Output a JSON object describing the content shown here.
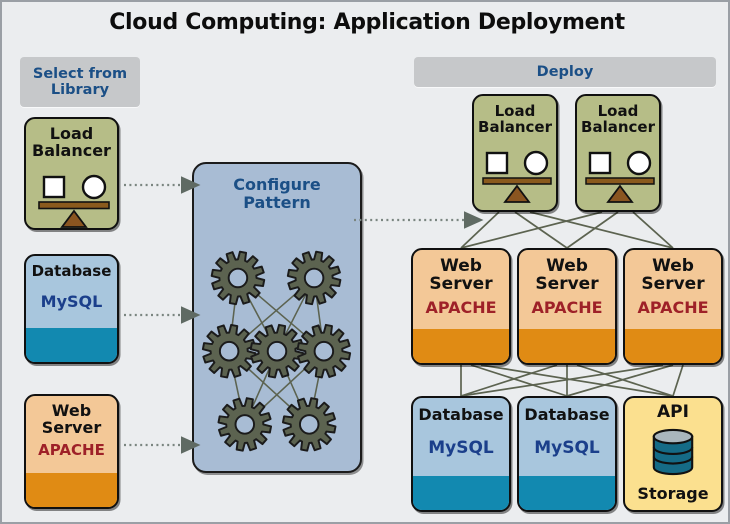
{
  "title": "Cloud Computing: Application Deployment",
  "sections": {
    "library_header": "Select from Library",
    "library_header_line1": "Select from",
    "library_header_line2": "Library",
    "deploy_header": "Deploy",
    "configure_line1": "Configure",
    "configure_line2": "Pattern"
  },
  "library_nodes": [
    {
      "id": "lb-lib",
      "type": "load-balancer",
      "line1": "Load",
      "line2": "Balancer",
      "tech": ""
    },
    {
      "id": "db-lib",
      "type": "database",
      "line1": "Database",
      "line2": "",
      "tech": "MySQL"
    },
    {
      "id": "ws-lib",
      "type": "web-server",
      "line1": "Web",
      "line2": "Server",
      "tech": "APACHE"
    }
  ],
  "deploy_nodes": {
    "load_balancers": [
      {
        "id": "lb-1",
        "line1": "Load",
        "line2": "Balancer"
      },
      {
        "id": "lb-2",
        "line1": "Load",
        "line2": "Balancer"
      }
    ],
    "web_servers": [
      {
        "id": "ws-1",
        "line1": "Web",
        "line2": "Server",
        "tech": "APACHE"
      },
      {
        "id": "ws-2",
        "line1": "Web",
        "line2": "Server",
        "tech": "APACHE"
      },
      {
        "id": "ws-3",
        "line1": "Web",
        "line2": "Server",
        "tech": "APACHE"
      }
    ],
    "storage_tier": [
      {
        "id": "db-1",
        "type": "database",
        "line1": "Database",
        "tech": "MySQL"
      },
      {
        "id": "db-2",
        "type": "database",
        "line1": "Database",
        "tech": "MySQL"
      },
      {
        "id": "api-1",
        "type": "api-storage",
        "line1": "API",
        "tech": "Storage"
      }
    ]
  },
  "colors": {
    "background": "#ebedef",
    "header_pill": "#c6c8ca",
    "header_text": "#1b4f86",
    "load_balancer": "#b6bd87",
    "database_top": "#a8c6dd",
    "database_bottom": "#1289b0",
    "web_server_top": "#f3c897",
    "web_server_bottom": "#e08b14",
    "api_storage": "#fbe08f",
    "configure_panel": "#a8bcd4",
    "gear": "#5c6350",
    "mysql_text": "#1b3f8b",
    "apache_text": "#9e2128",
    "connector": "#5c6350",
    "arrow": "#5f6a63"
  },
  "gear_count": 7,
  "arrow_count": 4
}
